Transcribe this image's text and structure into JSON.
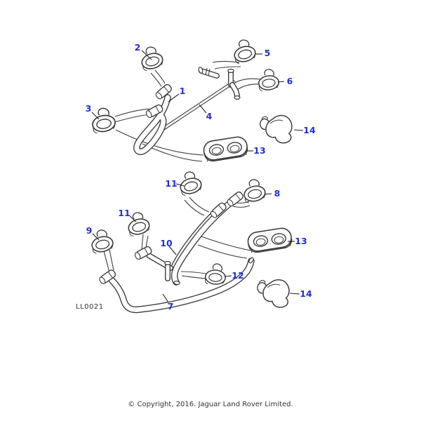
{
  "diagram": {
    "code": "LL0021"
  },
  "callouts": [
    {
      "part": "2"
    },
    {
      "part": "5"
    },
    {
      "part": "6"
    },
    {
      "part": "1"
    },
    {
      "part": "4"
    },
    {
      "part": "3"
    },
    {
      "part": "13"
    },
    {
      "part": "14"
    },
    {
      "part": "11"
    },
    {
      "part": "8"
    },
    {
      "part": "11"
    },
    {
      "part": "9"
    },
    {
      "part": "10"
    },
    {
      "part": "13"
    },
    {
      "part": "12"
    },
    {
      "part": "14"
    },
    {
      "part": "7"
    }
  ],
  "footer": {
    "copyright": "© Copyright, 2016. Jaguar Land Rover Limited."
  },
  "colors": {
    "callout": "#2330cc",
    "line_art": "#3c3c3c",
    "background": "#ffffff"
  }
}
